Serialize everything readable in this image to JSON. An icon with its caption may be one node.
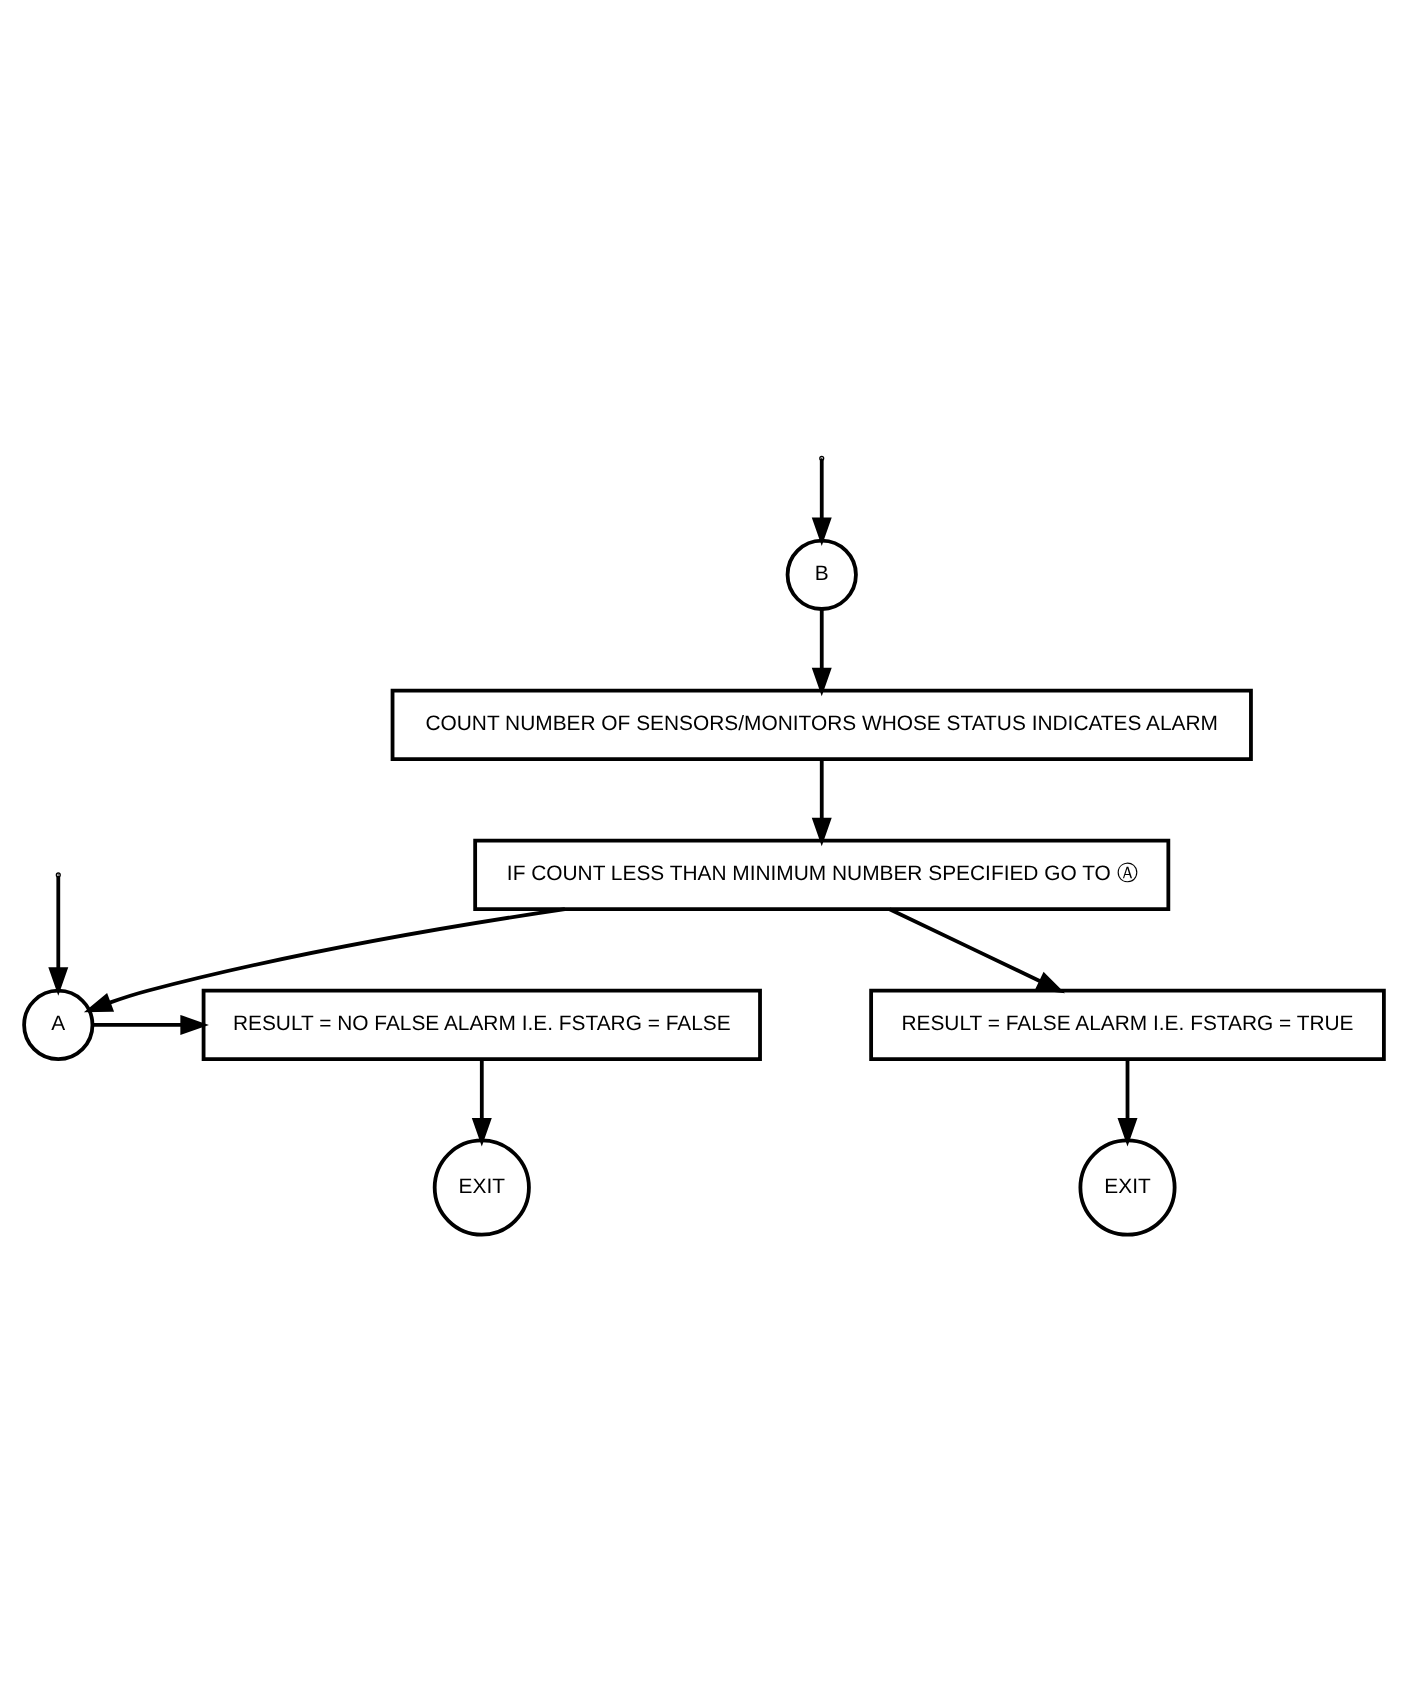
{
  "diagram": {
    "nodes": [
      {
        "text": [
          "B"
        ]
      },
      {
        "text": [
          "COUNT NUMBER OF SENSORS/MONITORS WHOSE STATUS INDICATES ALARM"
        ]
      },
      {
        "text": [
          "IF COUNT LESS THAN MINIMUM NUMBER SPECIFIED GO TO Ⓐ"
        ]
      },
      {
        "text": [
          "RESULT = FALSE ALARM I.E. FSTARG = TRUE"
        ]
      },
      {
        "text": [
          "EXIT"
        ]
      },
      {
        "text": [
          "A"
        ]
      },
      {
        "text": [
          "RESULT = NO FALSE ALARM I.E. FSTARG = FALSE"
        ]
      },
      {
        "text": [
          "EXIT"
        ]
      }
    ],
    "edges": [
      {
        "from": null,
        "to": 0,
        "arrow": "to"
      },
      {
        "from": 0,
        "to": 1,
        "arrow": "to"
      },
      {
        "from": 1,
        "to": 2,
        "arrow": "to"
      },
      {
        "from": 2,
        "to": 3,
        "arrow": "to"
      },
      {
        "from": 3,
        "to": 4,
        "arrow": "to"
      },
      {
        "from": 2,
        "to": 5,
        "arrow": "to"
      },
      {
        "from": null,
        "to": 5,
        "arrow": "to"
      },
      {
        "from": 5,
        "to": 6,
        "arrow": "to"
      },
      {
        "from": 6,
        "to": 7,
        "arrow": "to"
      }
    ]
  }
}
